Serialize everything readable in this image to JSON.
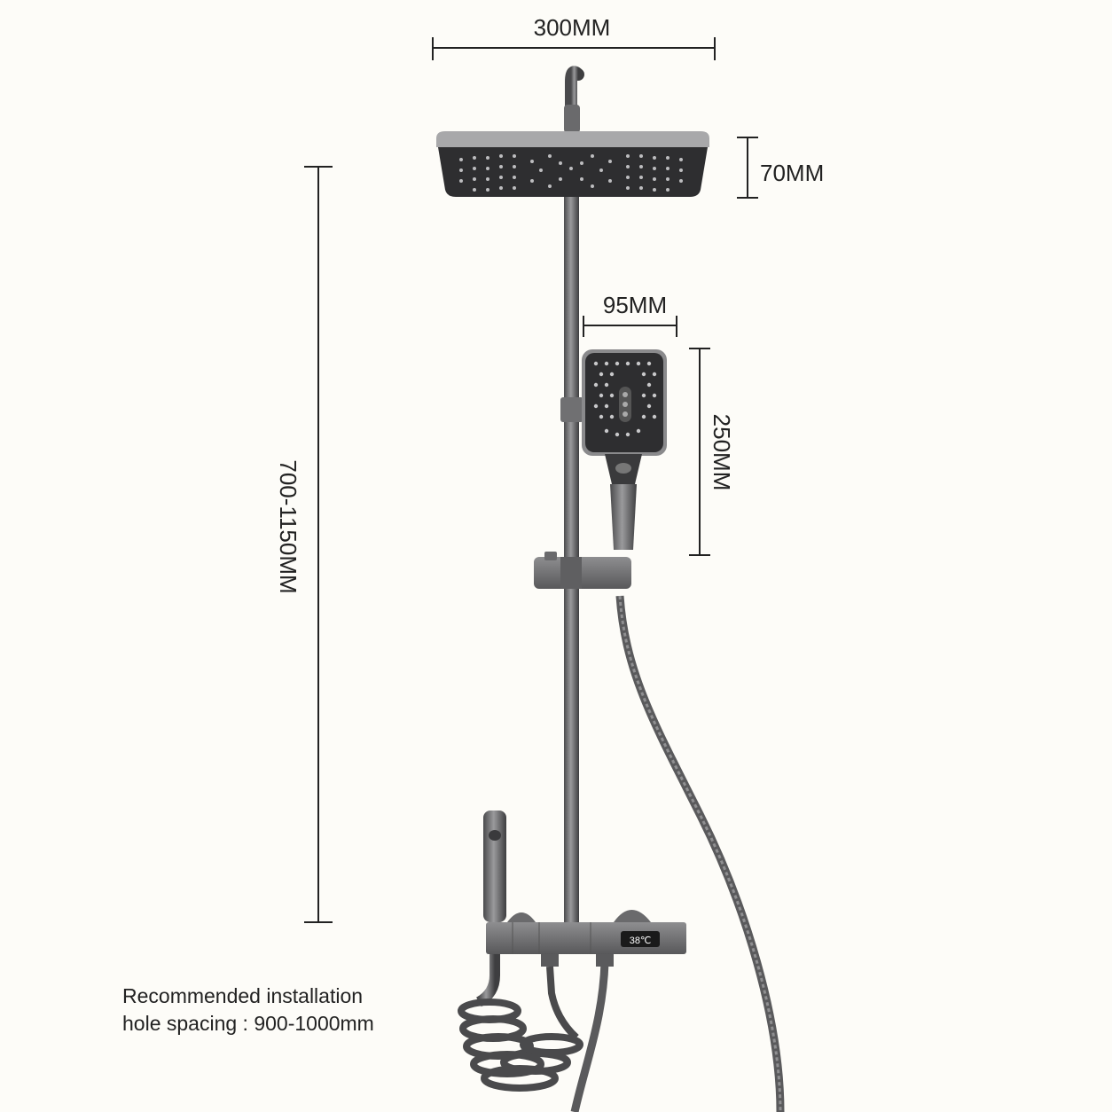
{
  "dimensions": {
    "width_top": "300MM",
    "head_thickness": "70MM",
    "handheld_width": "95MM",
    "handheld_length": "250MM",
    "height_range": "700-1150MM"
  },
  "display": {
    "temperature": "38℃"
  },
  "note": {
    "line1": "Recommended installation",
    "line2": "hole spacing : 900-1000mm"
  },
  "colors": {
    "metal": "#6e6e70",
    "metal_dark": "#3c3c3e",
    "face": "#2f2f31",
    "line": "#222222"
  }
}
